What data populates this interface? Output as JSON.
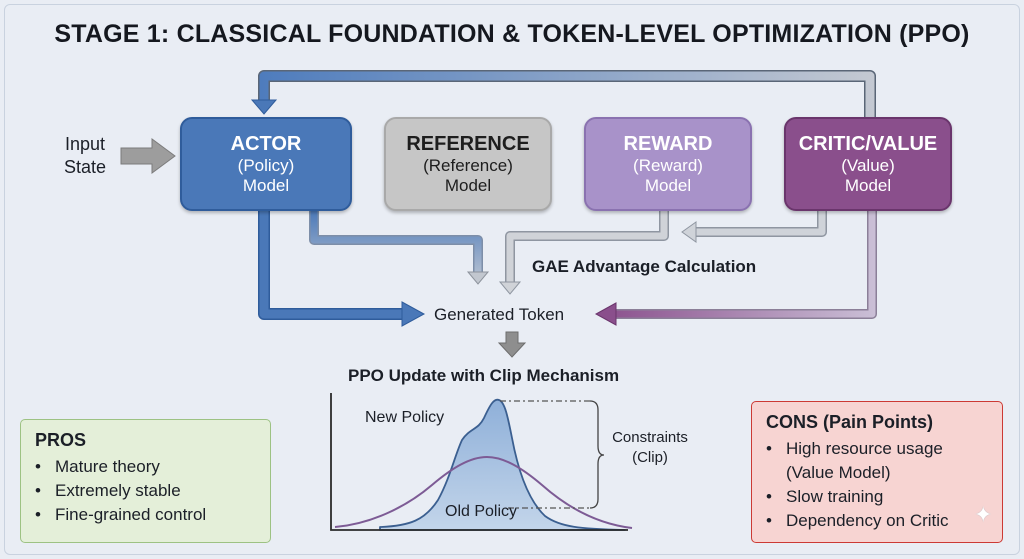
{
  "title": "STAGE 1: CLASSICAL FOUNDATION & TOKEN-LEVEL OPTIMIZATION (PPO)",
  "input": {
    "line1": "Input",
    "line2": "State"
  },
  "models": {
    "actor": {
      "title": "ACTOR",
      "sub": "(Policy)",
      "line3": "Model"
    },
    "reference": {
      "title": "REFERENCE",
      "sub": "(Reference)",
      "line3": "Model"
    },
    "reward": {
      "title": "REWARD",
      "sub": "(Reward)",
      "line3": "Model"
    },
    "critic": {
      "title": "CRITIC/VALUE",
      "sub": "(Value)",
      "line3": "Model"
    }
  },
  "gae_label": "GAE Advantage Calculation",
  "generated_token": "Generated Token",
  "ppo_update": "PPO Update with Clip Mechanism",
  "curves": {
    "new_policy": "New Policy",
    "old_policy": "Old Policy",
    "constraints_line1": "Constraints",
    "constraints_line2": "(Clip)"
  },
  "pros": {
    "title": "PROS",
    "items": [
      "Mature theory",
      "Extremely stable",
      "Fine-grained control"
    ]
  },
  "cons": {
    "title": "CONS (Pain Points)",
    "items": [
      "High resource usage",
      "(Value Model)",
      "Slow training",
      "Dependency on Critic"
    ]
  },
  "colors": {
    "actor": "#4a78b8",
    "reference": "#c6c6c6",
    "reward": "#a892c9",
    "critic": "#8a4f8c",
    "pros_bg": "#e4efd9",
    "cons_bg": "#f7d4d2",
    "cons_border": "#cc3a34"
  }
}
